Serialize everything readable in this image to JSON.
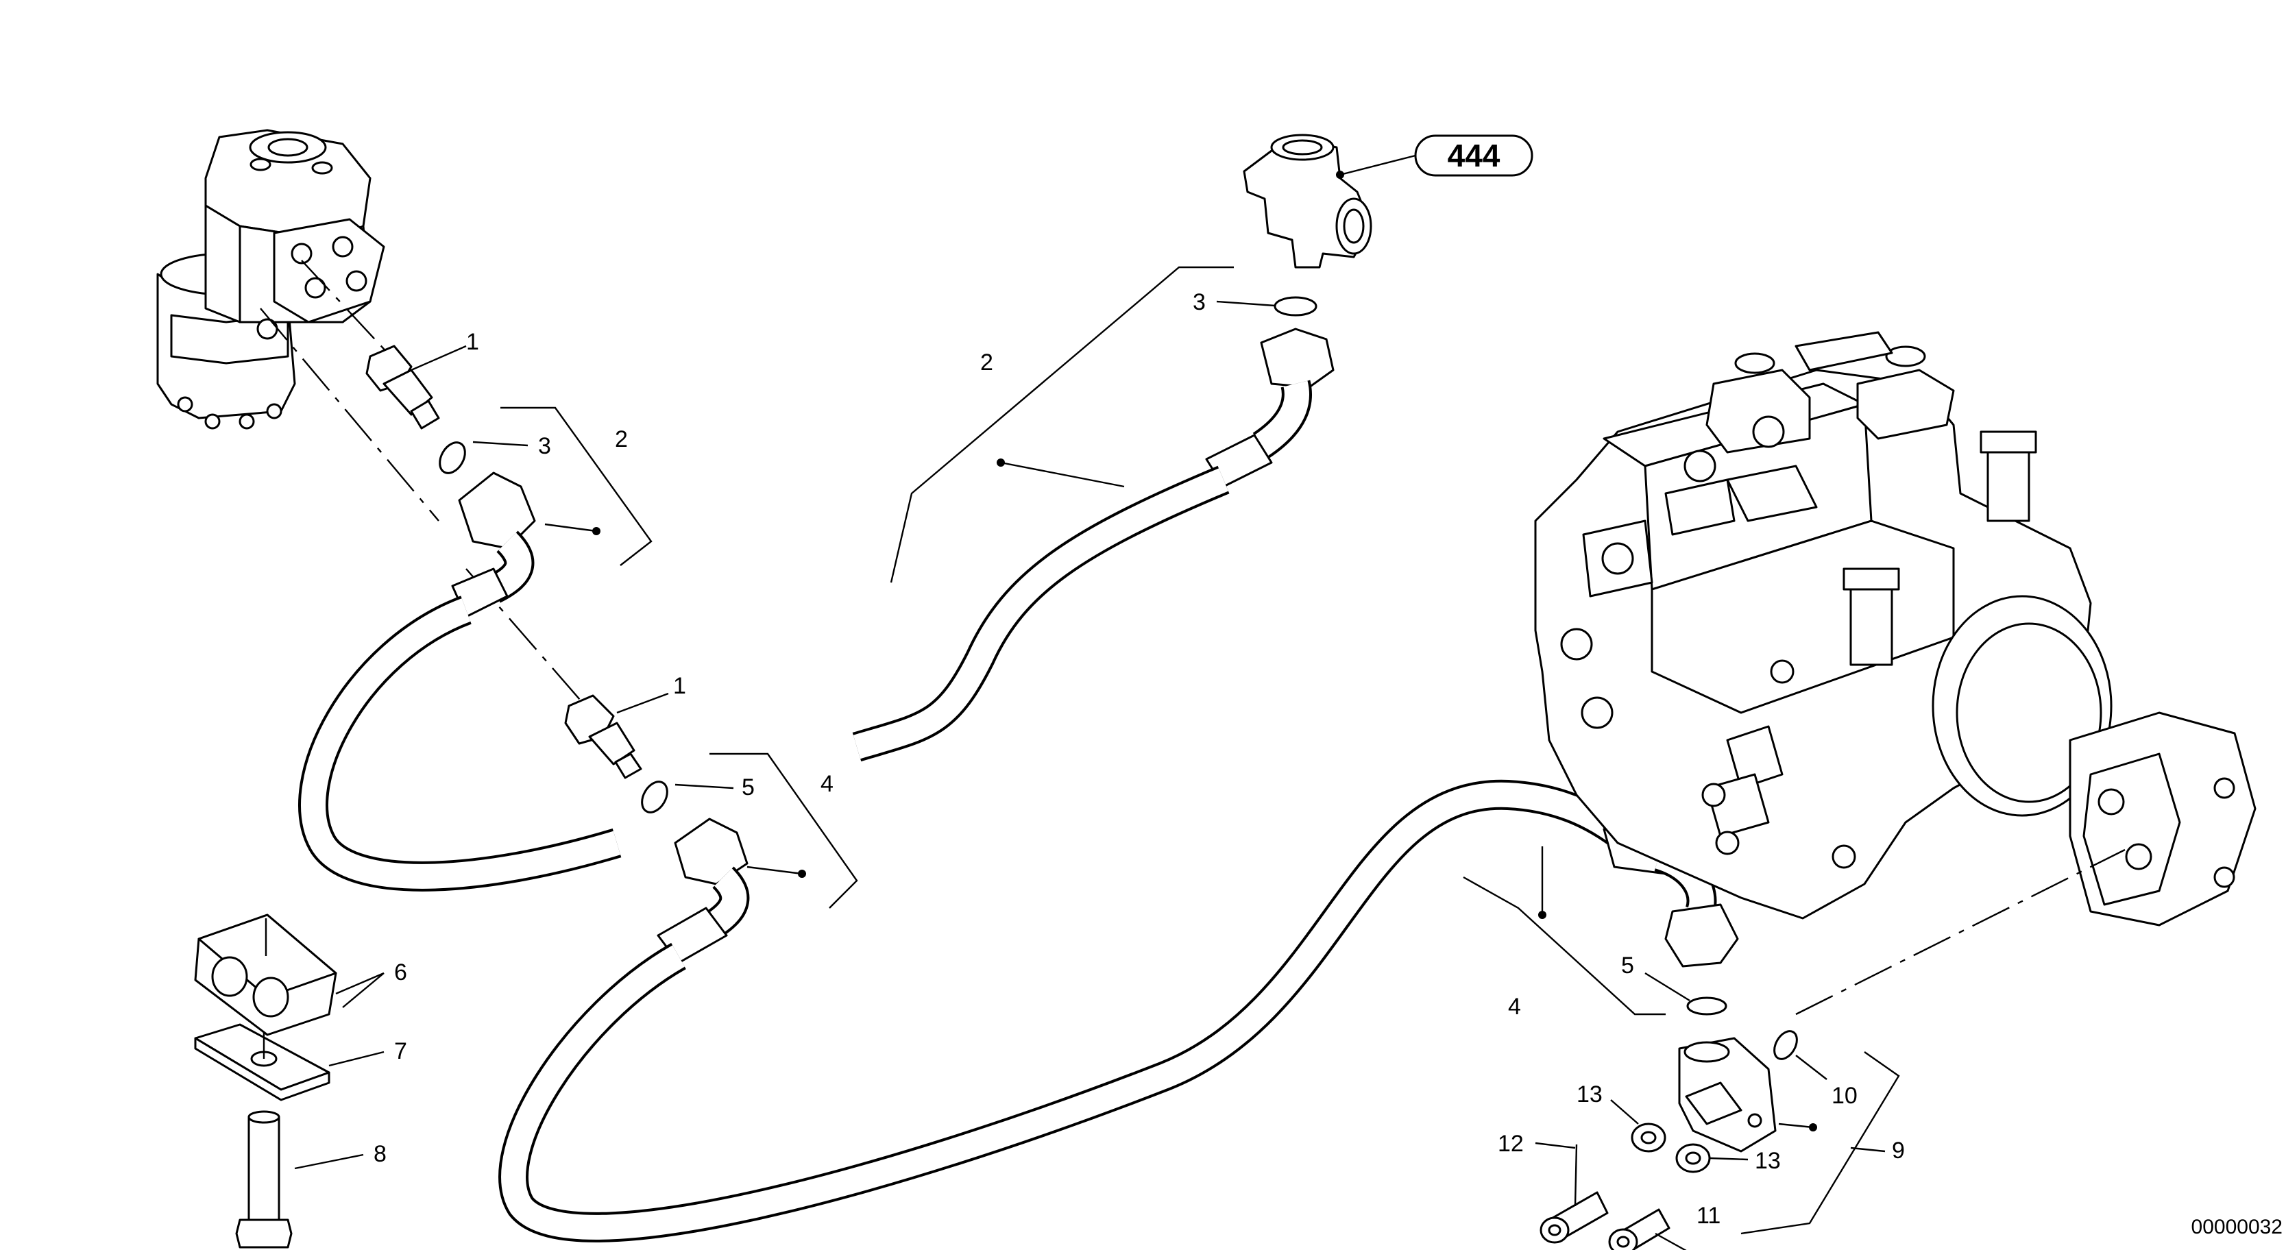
{
  "callouts": {
    "steering_fitting_upper": "1",
    "steering_oring_upper": "3",
    "steering_hose_bracket": "2",
    "steering_fitting_lower": "1",
    "steering_oring_lower": "5",
    "long_hose_bracket_upper": "4",
    "clamp_block": "6",
    "clamp_plate": "7",
    "clamp_bolt": "8",
    "top_oring": "3",
    "top_hose": "2",
    "right_oring": "5",
    "right_hose": "4",
    "flange_oring": "10",
    "flange_group": "9",
    "washer_left": "13",
    "washer_right": "13",
    "screw_left": "12",
    "screw_right": "11"
  },
  "reference_badge": "444",
  "document_number": "00000032"
}
